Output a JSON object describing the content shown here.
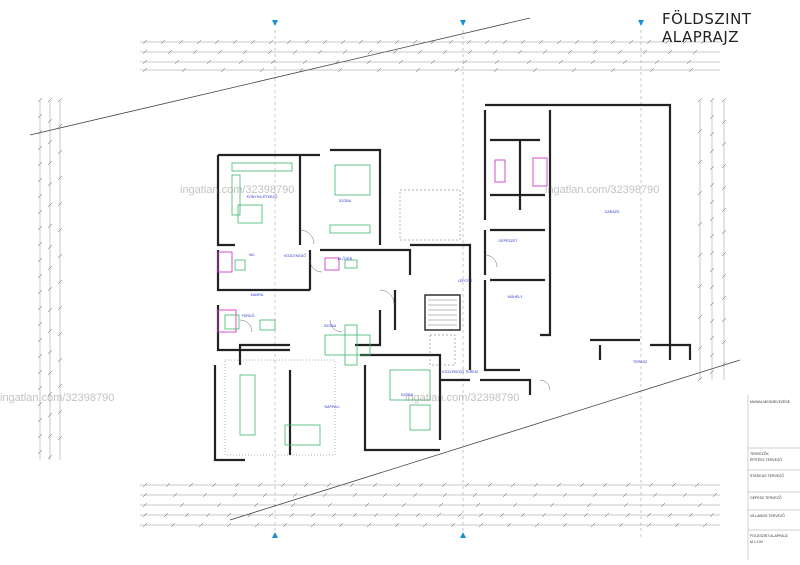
{
  "drawing": {
    "title": "FÖLDSZINT ALAPRAJZ",
    "colors": {
      "wall": "#222222",
      "line": "#555555",
      "furniture": "#3db86a",
      "sanitary": "#d23cc8",
      "label": "#2a39c8",
      "section_mark": "#1b8fd6",
      "watermark": "#8a8a8a"
    },
    "watermarks": [
      "ingatlan.com/32398790",
      "ingatlan.com/32398790",
      "ingatlan.com/32398790",
      "ingatlan.com/32398790"
    ],
    "rooms": [
      {
        "id": "konyha",
        "label": "KONYHA-ÉTKEZŐ"
      },
      {
        "id": "szoba1",
        "label": "SZOBA"
      },
      {
        "id": "wc",
        "label": "WC"
      },
      {
        "id": "kozlekedo1",
        "label": "KÖZLEKEDŐ"
      },
      {
        "id": "eloter",
        "label": "ELŐTÉR"
      },
      {
        "id": "kamra",
        "label": "KAMRA"
      },
      {
        "id": "furdo1",
        "label": "FÜRDŐ"
      },
      {
        "id": "szoba2",
        "label": "SZOBA"
      },
      {
        "id": "nappali",
        "label": "NAPPALI"
      },
      {
        "id": "garazs",
        "label": "GARÁZS"
      },
      {
        "id": "muhely",
        "label": "MŰHELY"
      },
      {
        "id": "kozlekedo2",
        "label": "KÖZLEKEDŐ TEREM"
      },
      {
        "id": "szoba3",
        "label": "SZOBA"
      },
      {
        "id": "gepeszet",
        "label": "GÉPÉSZET"
      },
      {
        "id": "terasz",
        "label": "TERASZ"
      },
      {
        "id": "lepcso",
        "label": "LÉPCSŐ"
      }
    ],
    "title_block": [
      "MUNKA MEGNEVEZÉSE",
      "TERVEZŐK",
      "ÉPÍTÉSZ TERVEZŐ",
      "STATIKUS TERVEZŐ",
      "GÉPÉSZ TERVEZŐ",
      "VILLAMOS TERVEZŐ",
      "FÖLDSZINT ALAPRAJZ"
    ],
    "scale_text": "M 1:100"
  }
}
